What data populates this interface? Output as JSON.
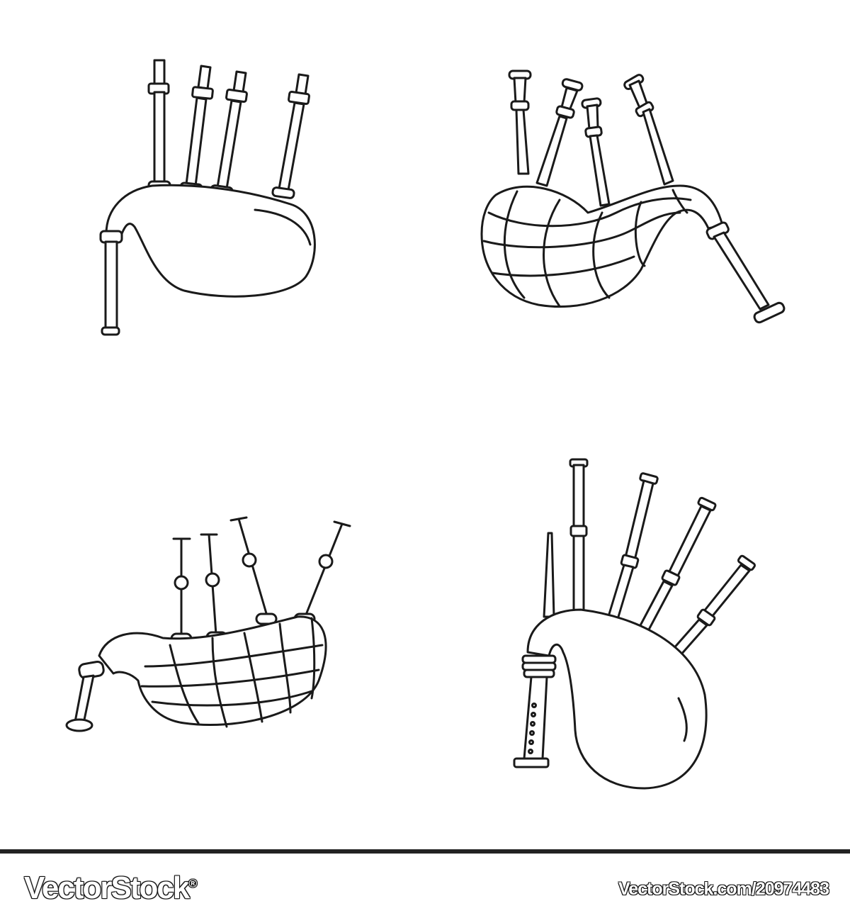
{
  "watermark": {
    "brand": "VectorStock",
    "brand_mark": "®",
    "reference": "VectorStock.com/20974483"
  },
  "icons": [
    {
      "name": "bagpipe-plain-icon",
      "drones": 4
    },
    {
      "name": "bagpipe-tartan-icon",
      "drones": 4
    },
    {
      "name": "bagpipe-tartan-bulb-icon",
      "drones": 4
    },
    {
      "name": "bagpipe-chanter-icon",
      "drones": 4
    }
  ],
  "colors": {
    "stroke": "#1a1a1a",
    "background": "#ffffff",
    "footer_rule": "#222222"
  }
}
